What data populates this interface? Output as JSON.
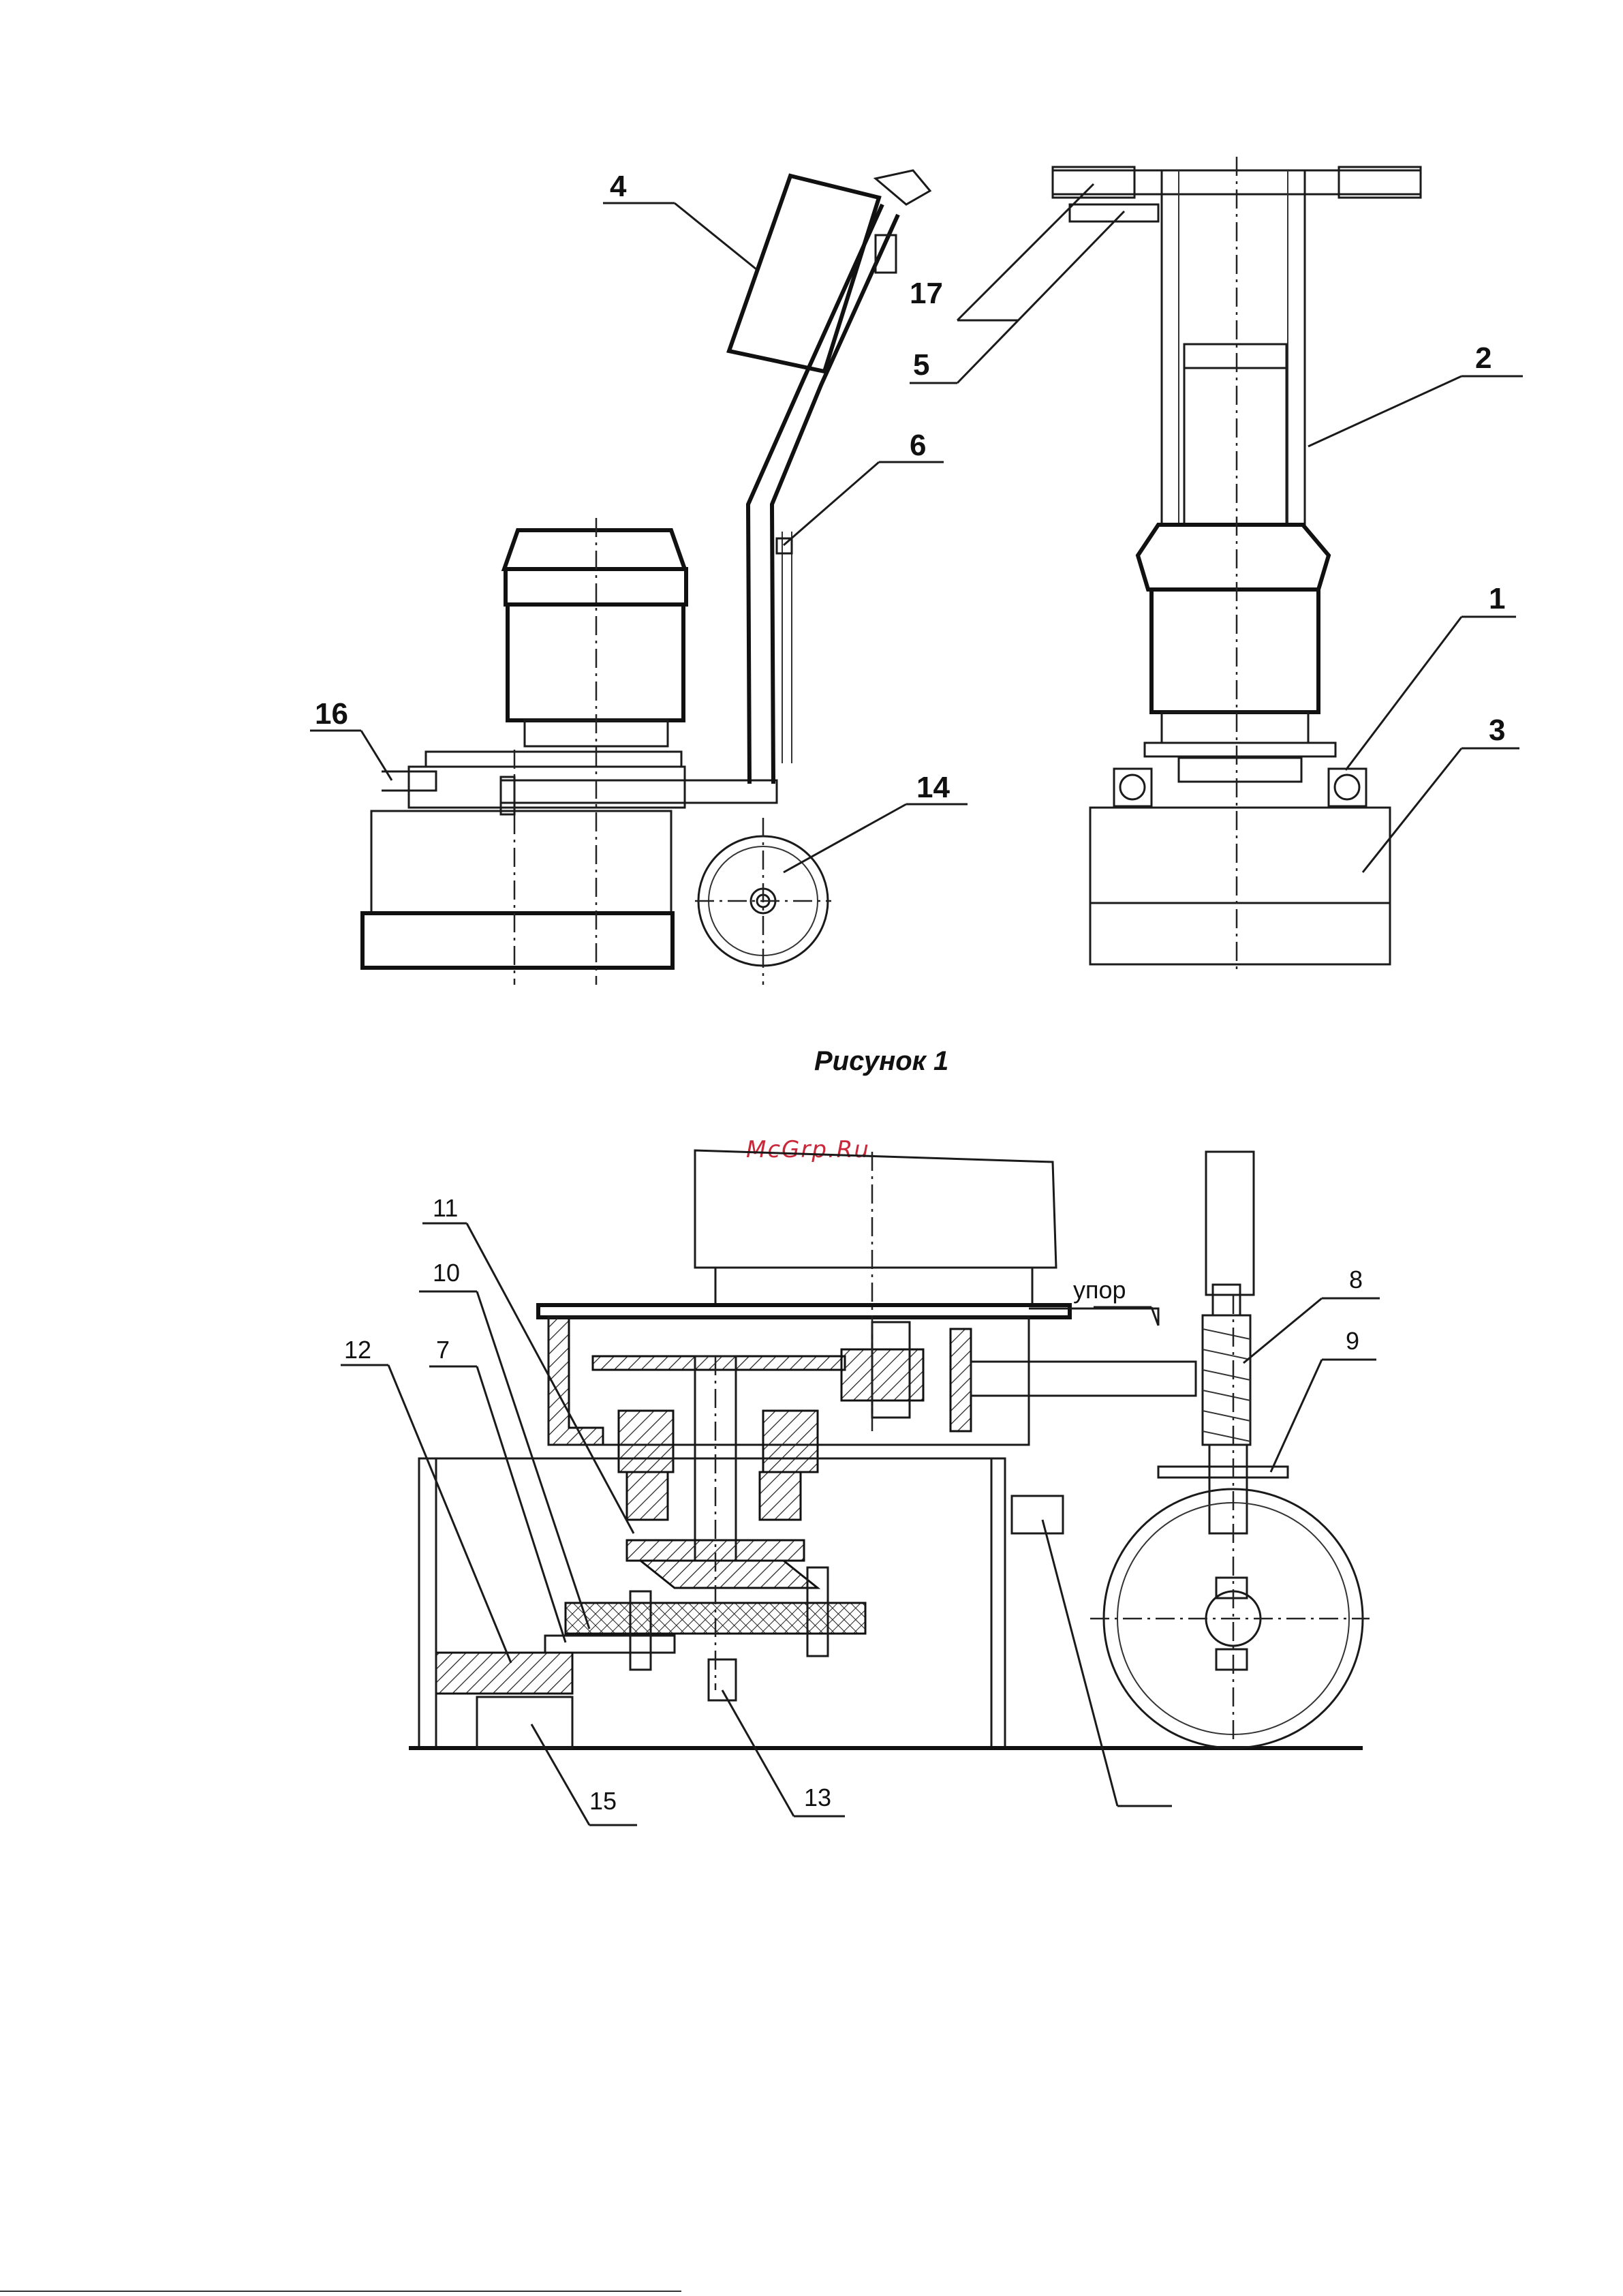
{
  "figure1": {
    "caption": "Рисунок 1",
    "labels_side": [
      "4",
      "16",
      "6",
      "14"
    ],
    "labels_front": [
      "17",
      "5",
      "2",
      "1",
      "3"
    ]
  },
  "figure2": {
    "watermark": "McGrp.Ru",
    "labels": [
      "11",
      "10",
      "12",
      "7",
      "8",
      "9",
      "15",
      "13"
    ],
    "stop_label": "упор"
  }
}
